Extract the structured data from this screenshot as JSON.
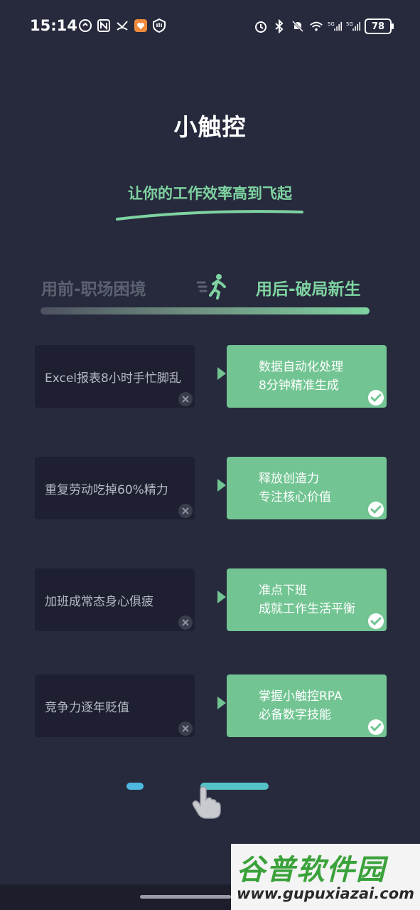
{
  "status_bar": {
    "time": "15:14",
    "battery": "78",
    "left_icons": [
      "sync-icon",
      "nfc-icon",
      "missed-call-icon",
      "app-badge-icon",
      "shield-icon"
    ],
    "right_icons": [
      "alarm-icon",
      "bluetooth-icon",
      "mute-icon",
      "wifi-icon",
      "signal-5g-icon",
      "signal-5g-2-icon"
    ]
  },
  "header": {
    "title": "小触控",
    "tagline": "让你的工作效率高到飞起"
  },
  "comparison": {
    "before_label": "用前-职场困境",
    "after_label": "用后-破局新生",
    "rows": [
      {
        "before": "Excel报表8小时手忙脚乱",
        "after_line1": "数据自动化处理",
        "after_line2": "8分钟精准生成"
      },
      {
        "before": "重复劳动吃掉60%精力",
        "after_line1": "释放创造力",
        "after_line2": "专注核心价值"
      },
      {
        "before": "加班成常态身心俱疲",
        "after_line1": "准点下班",
        "after_line2": "成就工作生活平衡"
      },
      {
        "before": "竞争力逐年贬值",
        "after_line1": "掌握小触控RPA",
        "after_line2": "必备数字技能"
      }
    ]
  },
  "watermark": {
    "title": "谷普软件园",
    "url": "www.gupuxiazai.com"
  },
  "colors": {
    "background": "#272a3d",
    "accent_green": "#7ed3a0",
    "card_green": "#72c593",
    "card_dark": "#1e2032",
    "pager_blue": "#4fb8e0"
  }
}
